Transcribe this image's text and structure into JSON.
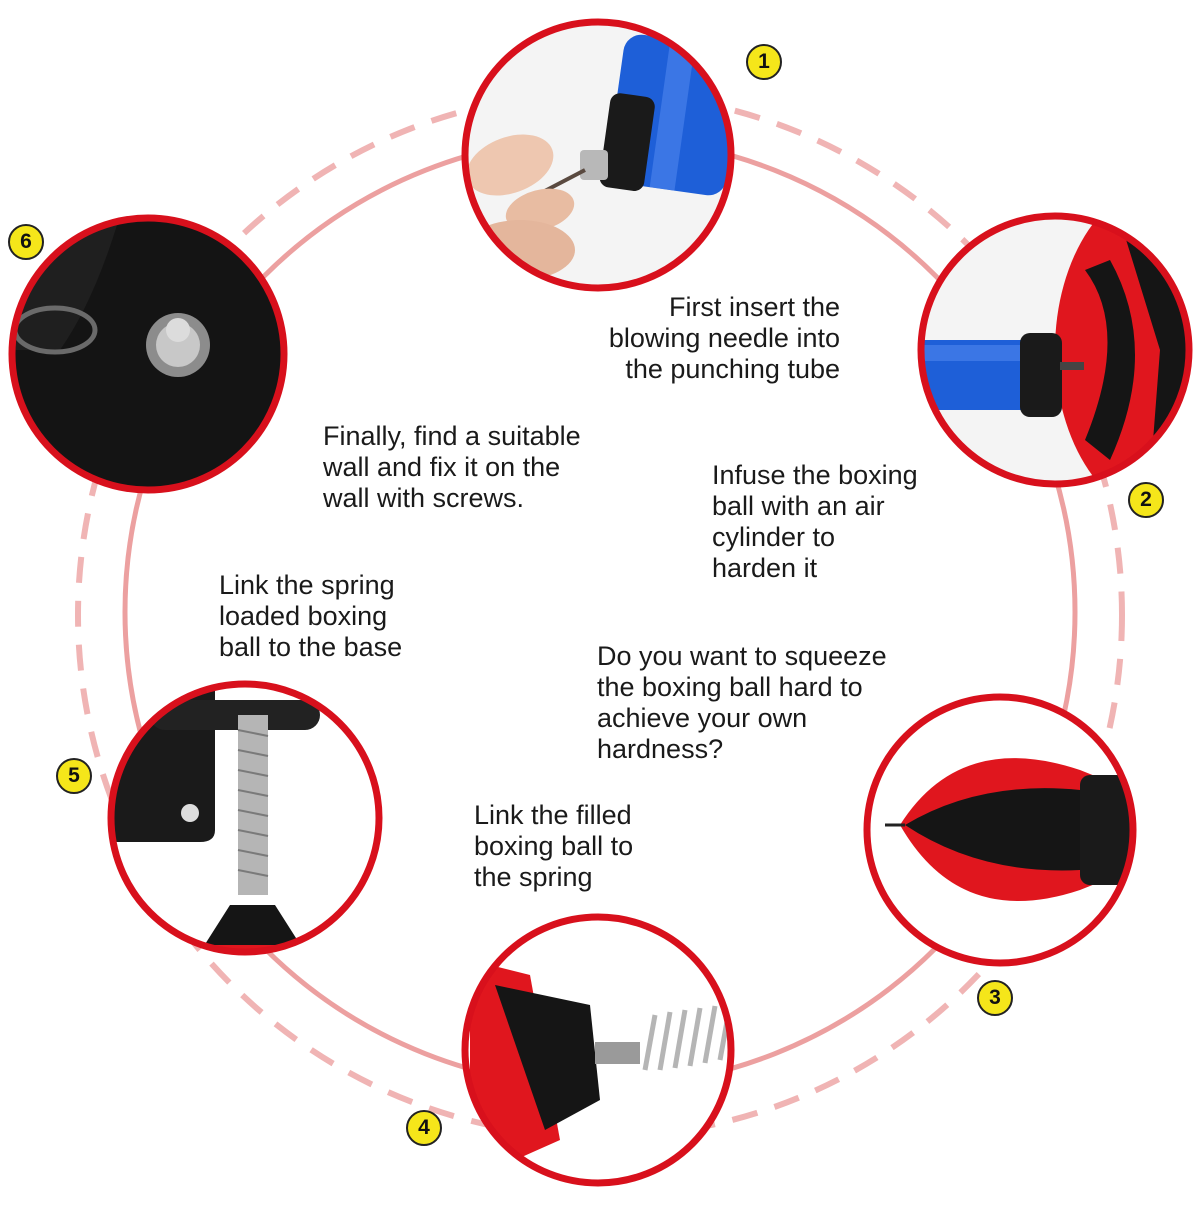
{
  "steps": [
    {
      "number": "1",
      "lines": [
        "First insert the",
        "blowing needle into",
        "the punching tube"
      ]
    },
    {
      "number": "2",
      "lines": [
        "Infuse the boxing",
        "ball with an air",
        "cylinder to",
        "harden it"
      ]
    },
    {
      "number": "3",
      "lines": [
        "Do you want to squeeze",
        "the boxing ball hard to",
        "achieve your own",
        "hardness?"
      ]
    },
    {
      "number": "4",
      "lines": [
        "Link the filled",
        "boxing ball to",
        "the spring"
      ]
    },
    {
      "number": "5",
      "lines": [
        "Link the spring",
        "loaded boxing",
        "ball to the base"
      ]
    },
    {
      "number": "6",
      "lines": [
        "Finally, find a suitable",
        "wall and fix it on the",
        "wall with screws."
      ]
    }
  ],
  "colors": {
    "ring_red": "#d8101c",
    "ring_pink": "#f0b4b4",
    "badge_yellow": "#f5e61a",
    "ball_red": "#e0161e",
    "pump_blue": "#1e5fd8"
  }
}
